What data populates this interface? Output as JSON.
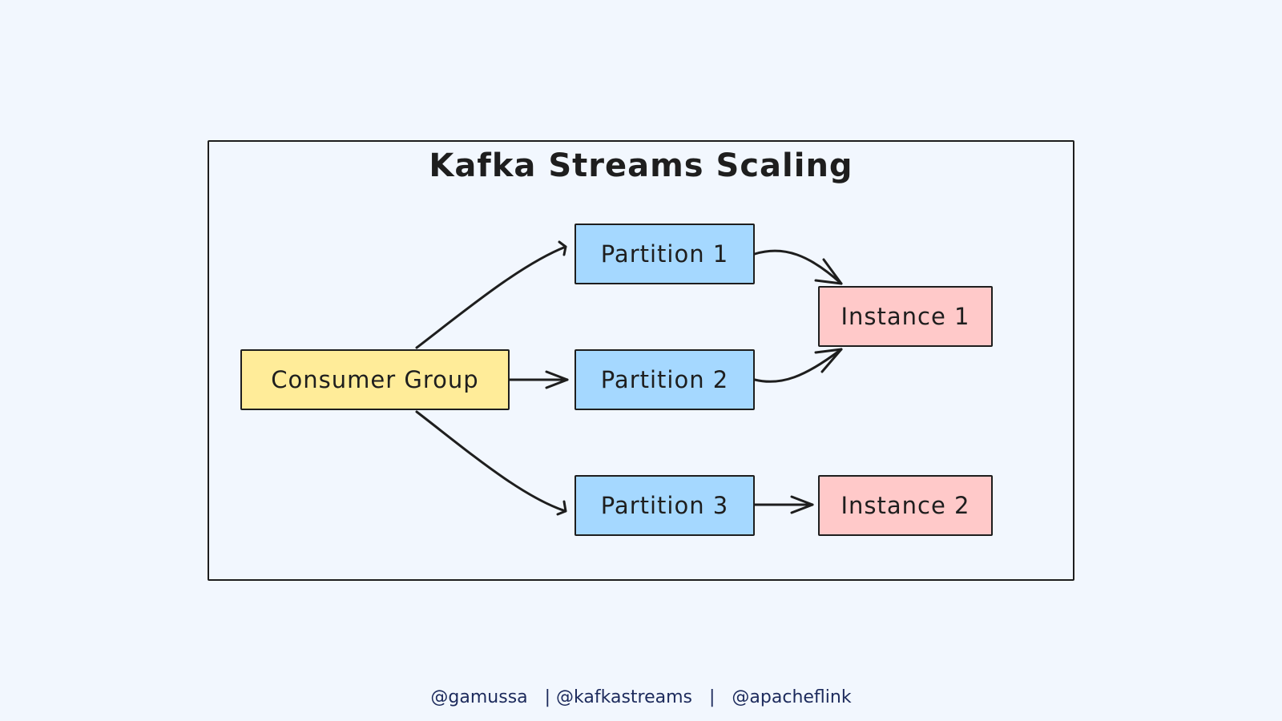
{
  "title": "Kafka Streams Scaling",
  "nodes": {
    "consumer_group": "Consumer Group",
    "partition_1": "Partition 1",
    "partition_2": "Partition 2",
    "partition_3": "Partition 3",
    "instance_1": "Instance 1",
    "instance_2": "Instance 2"
  },
  "footer": {
    "handle_1": "@gamussa",
    "handle_2": "@kafkastreams",
    "handle_3": "@apacheflink",
    "separator": "|"
  },
  "colors": {
    "background": "#f2f7fe",
    "stroke": "#1e1e1e",
    "consumer_fill": "#ffec99",
    "partition_fill": "#a5d8ff",
    "instance_fill": "#ffc9c9",
    "footer_text": "#1c2a5c"
  }
}
